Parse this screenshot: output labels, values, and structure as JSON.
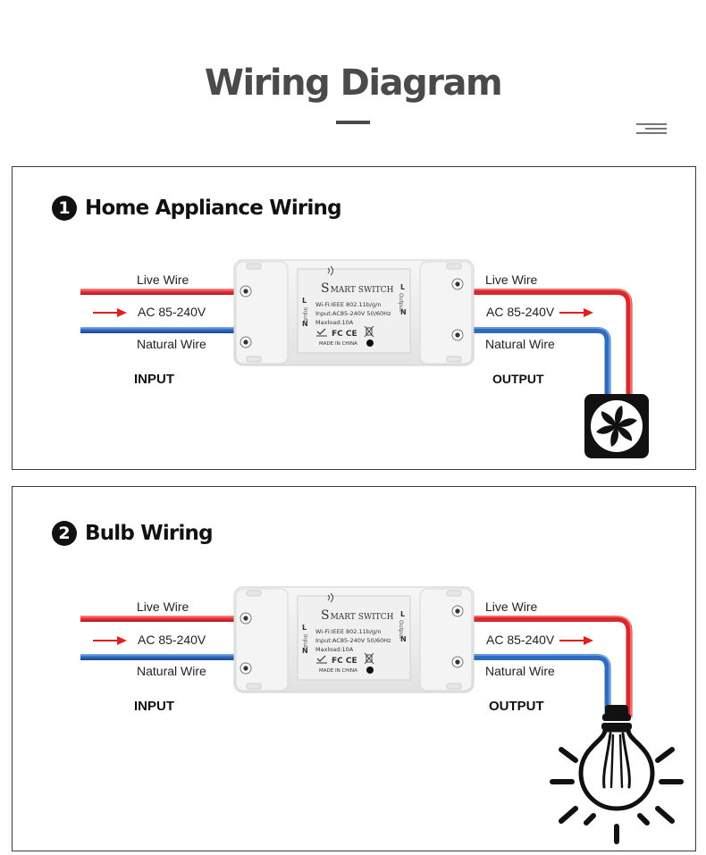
{
  "page": {
    "title": "Wiring Diagram"
  },
  "sections": [
    {
      "number": "1",
      "title": "Home Appliance Wiring",
      "labels": {
        "live_in": "Live Wire",
        "ac_in": "AC 85-240V",
        "natural_in": "Natural Wire",
        "input": "INPUT",
        "live_out": "Live Wire",
        "ac_out": "AC 85-240V",
        "natural_out": "Natural Wire",
        "output": "OUTPUT"
      },
      "device": {
        "brand_first": "S",
        "brand_rest": "MART SWITCH",
        "line_wifi": "Wi-Fi:IEEE 802.11b/g/n",
        "line_input": "Input:AC85-240V 50/60Hz",
        "line_max": "Maxload:10A",
        "line_made": "MADE IN CHINA",
        "marks": "FC CE",
        "left_L": "L",
        "left_N": "N",
        "left_side": "Input",
        "right_L": "L",
        "right_N": "N",
        "right_side": "Output"
      },
      "load": "fan-icon"
    },
    {
      "number": "2",
      "title": "Bulb Wiring",
      "labels": {
        "live_in": "Live Wire",
        "ac_in": "AC 85-240V",
        "natural_in": "Natural Wire",
        "input": "INPUT",
        "live_out": "Live Wire",
        "ac_out": "AC 85-240V",
        "natural_out": "Natural Wire",
        "output": "OUTPUT"
      },
      "device": {
        "brand_first": "S",
        "brand_rest": "MART SWITCH",
        "line_wifi": "Wi-Fi:IEEE 802.11b/g/n",
        "line_input": "Input:AC85-240V 50/60Hz",
        "line_max": "Maxload:10A",
        "line_made": "MADE IN CHINA",
        "marks": "FC CE",
        "left_L": "L",
        "left_N": "N",
        "left_side": "Input",
        "right_L": "L",
        "right_N": "N",
        "right_side": "Output"
      },
      "load": "bulb-icon"
    }
  ],
  "colors": {
    "live": "#e8343a",
    "neutral": "#2f6cc0",
    "arrow": "#e02020",
    "title": "#4a4a4a"
  }
}
